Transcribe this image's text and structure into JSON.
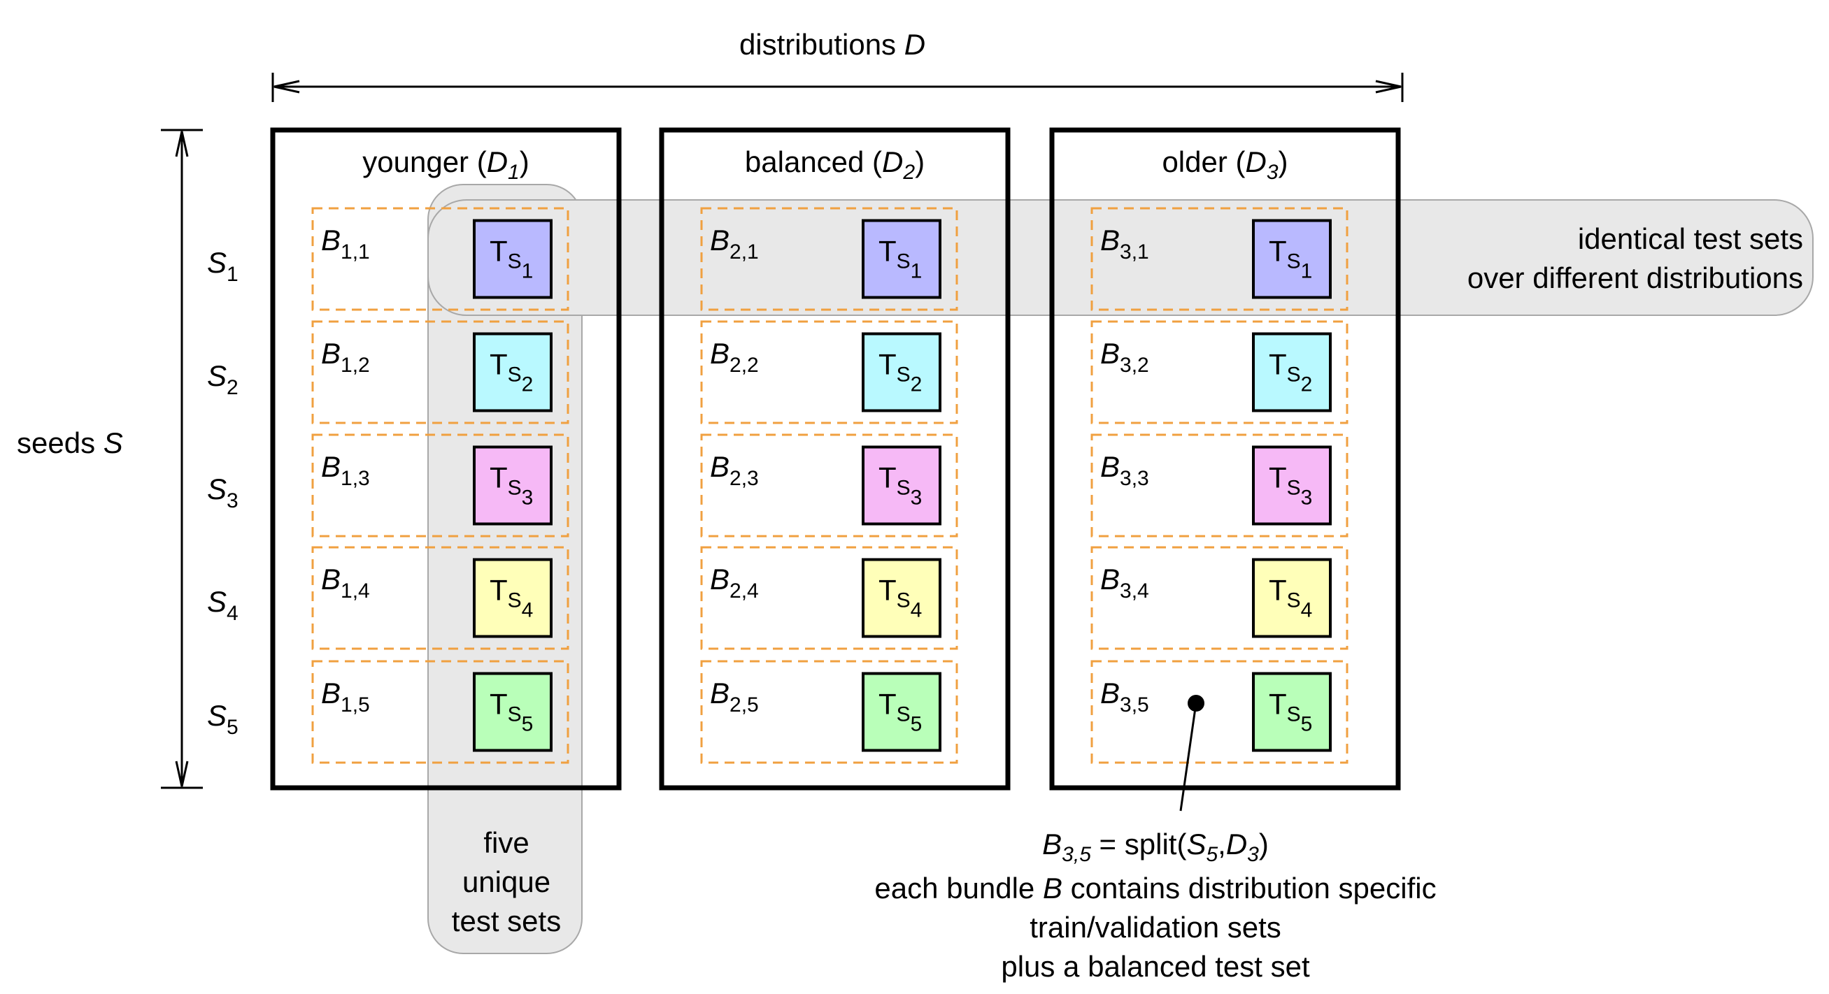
{
  "axes": {
    "distributions": {
      "label": "distributions",
      "symbol": "D"
    },
    "seeds": {
      "label": "seeds",
      "symbol": "S"
    }
  },
  "distributions": [
    {
      "name": "younger",
      "symbol": "D",
      "index": "1"
    },
    {
      "name": "balanced",
      "symbol": "D",
      "index": "2"
    },
    {
      "name": "older",
      "symbol": "D",
      "index": "3"
    }
  ],
  "seeds": [
    {
      "symbol": "S",
      "index": "1"
    },
    {
      "symbol": "S",
      "index": "2"
    },
    {
      "symbol": "S",
      "index": "3"
    },
    {
      "symbol": "S",
      "index": "4"
    },
    {
      "symbol": "S",
      "index": "5"
    }
  ],
  "bundle_symbol": "B",
  "test_symbol": "T",
  "test_sub_symbol": "S",
  "test_set_colors": [
    "#b9b9ff",
    "#b9f9ff",
    "#f6b9f6",
    "#ffffb9",
    "#b9ffb9"
  ],
  "annotations": {
    "identical_line1": "identical test sets",
    "identical_line2": "over different distributions",
    "five_line1": "five",
    "five_line2": "unique",
    "five_line3": "test sets",
    "split_label": {
      "lhs_symbol": "B",
      "lhs_sub": "3,5",
      "equals": " = split(",
      "s_symbol": "S",
      "s_sub": "5",
      "comma": ",",
      "d_symbol": "D",
      "d_sub": "3",
      "close": ")"
    },
    "desc_line1_a": "each bundle ",
    "desc_line1_b": "B",
    "desc_line1_c": " contains distribution specific",
    "desc_line2": "train/validation sets",
    "desc_line3": "plus a balanced test set"
  },
  "colors": {
    "bundle_border": "#f0a040",
    "highlight_fill": "#e8e8e8",
    "highlight_stroke": "#a8a8a8"
  }
}
